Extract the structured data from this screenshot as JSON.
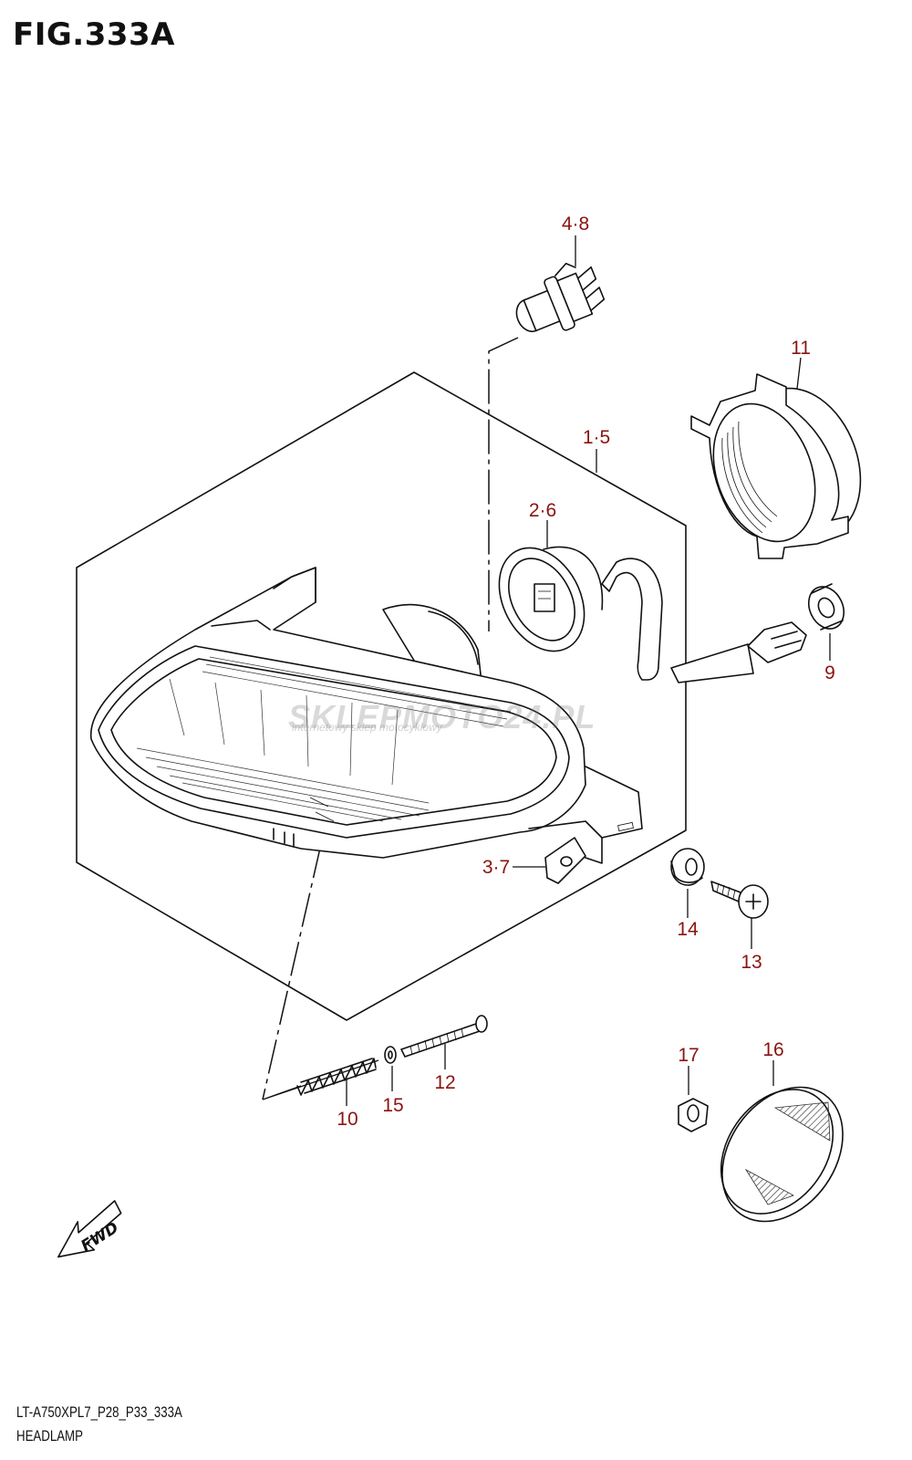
{
  "figure": {
    "title": "FIG.333A",
    "code": "LT-A750XPL7_P28_P33_333A",
    "name": "HEADLAMP"
  },
  "watermark": {
    "brand": "SKLEPMOTO24.PL",
    "tagline": "internetowy sklep motocyklowy"
  },
  "fwd_arrow_label": "FWD",
  "callouts": [
    {
      "id": "c48",
      "text": "4·8"
    },
    {
      "id": "c11",
      "text": "11"
    },
    {
      "id": "c15b",
      "text": "1·5"
    },
    {
      "id": "c26",
      "text": "2·6"
    },
    {
      "id": "c9",
      "text": "9"
    },
    {
      "id": "c37",
      "text": "3·7"
    },
    {
      "id": "c14",
      "text": "14"
    },
    {
      "id": "c13",
      "text": "13"
    },
    {
      "id": "c17",
      "text": "17"
    },
    {
      "id": "c16",
      "text": "16"
    },
    {
      "id": "c12",
      "text": "12"
    },
    {
      "id": "c15",
      "text": "15"
    },
    {
      "id": "c10",
      "text": "10"
    }
  ],
  "colors": {
    "callout": "#8a1410",
    "line": "#111111"
  }
}
